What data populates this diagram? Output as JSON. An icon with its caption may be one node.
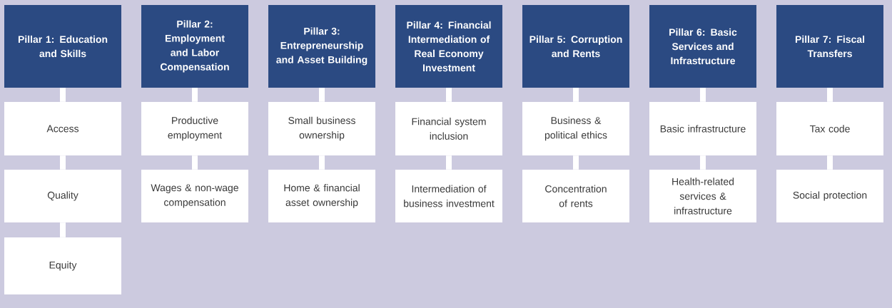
{
  "diagram": {
    "nodes": [
      {
        "text": [
          "Pillar 1: Education and Skills"
        ]
      },
      {
        "text": [
          "Access"
        ]
      },
      {
        "text": [
          "Quality"
        ]
      },
      {
        "text": [
          "Equity"
        ]
      },
      {
        "text": [
          "Pillar 2: Employment and Labor Compensation"
        ]
      },
      {
        "text": [
          "Productive employment"
        ]
      },
      {
        "text": [
          "Wages & non-wage compensation"
        ]
      },
      {
        "text": [
          "Pillar 3: Entrepreneurship and Asset Building"
        ]
      },
      {
        "text": [
          "Small business ownership"
        ]
      },
      {
        "text": [
          "Home & financial asset ownership"
        ]
      },
      {
        "text": [
          "Pillar 4: Financial Intermediation of Real Economy Investment"
        ]
      },
      {
        "text": [
          "Financial system inclusion"
        ]
      },
      {
        "text": [
          "Intermediation of business investment"
        ]
      },
      {
        "text": [
          "Pillar 5: Corruption and Rents"
        ]
      },
      {
        "text": [
          "Business & political ethics"
        ]
      },
      {
        "text": [
          "Concentration of rents"
        ]
      },
      {
        "text": [
          "Pillar 6: Basic Services and Infrastructure"
        ]
      },
      {
        "text": [
          "Basic infrastructure"
        ]
      },
      {
        "text": [
          "Health-related services & infrastructure"
        ]
      },
      {
        "text": [
          "Pillar 7: Fiscal Transfers"
        ]
      },
      {
        "text": [
          "Tax code"
        ]
      },
      {
        "text": [
          "Social protection"
        ]
      }
    ],
    "edges": [
      {
        "from": 0,
        "to": 1,
        "arrow": "none"
      },
      {
        "from": 1,
        "to": 2,
        "arrow": "none"
      },
      {
        "from": 2,
        "to": 3,
        "arrow": "none"
      },
      {
        "from": 4,
        "to": 5,
        "arrow": "none"
      },
      {
        "from": 5,
        "to": 6,
        "arrow": "none"
      },
      {
        "from": 7,
        "to": 8,
        "arrow": "none"
      },
      {
        "from": 8,
        "to": 9,
        "arrow": "none"
      },
      {
        "from": 10,
        "to": 11,
        "arrow": "none"
      },
      {
        "from": 11,
        "to": 12,
        "arrow": "none"
      },
      {
        "from": 13,
        "to": 14,
        "arrow": "none"
      },
      {
        "from": 14,
        "to": 15,
        "arrow": "none"
      },
      {
        "from": 16,
        "to": 17,
        "arrow": "none"
      },
      {
        "from": 17,
        "to": 18,
        "arrow": "none"
      },
      {
        "from": 19,
        "to": 20,
        "arrow": "none"
      },
      {
        "from": 20,
        "to": 21,
        "arrow": "none"
      }
    ]
  }
}
